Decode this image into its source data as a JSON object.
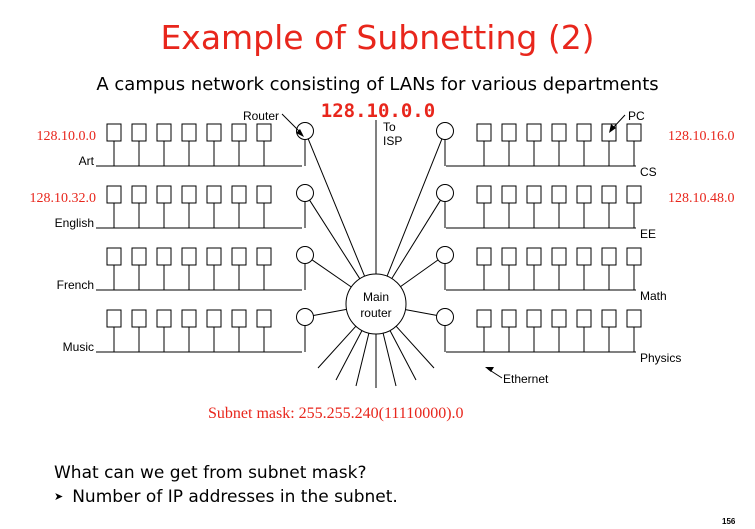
{
  "slide": {
    "title": "Example of Subnetting (2)",
    "subtitle": "A campus network consisting of LANs for various departments",
    "page_number": "156",
    "question": "What can we get from subnet mask?",
    "bullets": [
      "Number of IP addresses in the subnet."
    ]
  },
  "diagram": {
    "network_address": "128.10.0.0",
    "isp_label": "To\nISP",
    "main_router_label": "Main\nrouter",
    "router_callout": "Router",
    "pc_callout": "PC",
    "ethernet_callout": "Ethernet",
    "subnet_mask_label": "Subnet mask:  255.255.240(11110000).0",
    "left_lans": [
      {
        "name": "Art",
        "address": "128.10.0.0"
      },
      {
        "name": "English",
        "address": "128.10.32.0"
      },
      {
        "name": "French",
        "address": ""
      },
      {
        "name": "Music",
        "address": ""
      }
    ],
    "right_lans": [
      {
        "name": "CS",
        "address": "128.10.16.0"
      },
      {
        "name": "EE",
        "address": "128.10.48.0"
      },
      {
        "name": "Math",
        "address": ""
      },
      {
        "name": "Physics",
        "address": ""
      }
    ],
    "colors": {
      "accent": "#e8261c",
      "ink": "#000000"
    }
  }
}
